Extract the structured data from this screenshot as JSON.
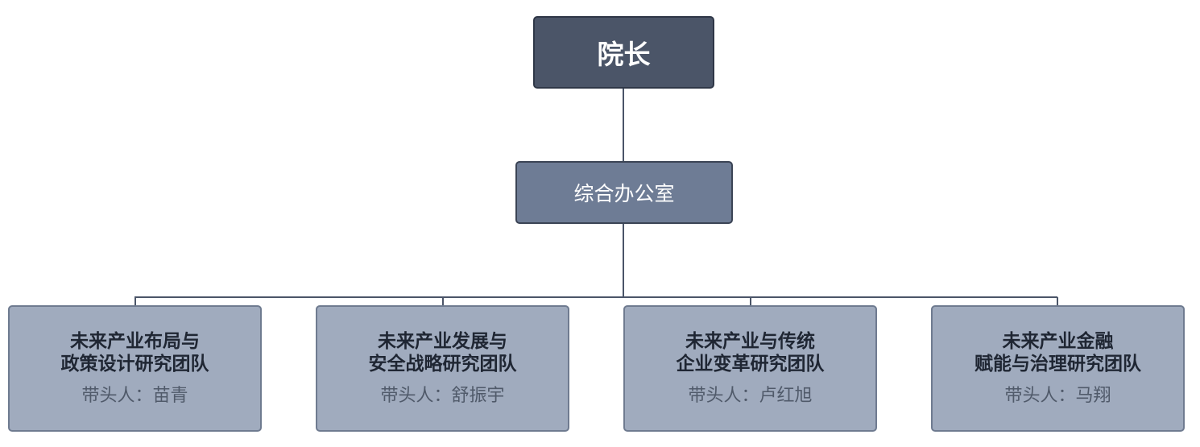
{
  "director": {
    "label": "院长"
  },
  "office": {
    "label": "综合办公室"
  },
  "teams": [
    {
      "name_line1": "未来产业布局与",
      "name_line2": "政策设计研究团队",
      "leader": "带头人：苗青"
    },
    {
      "name_line1": "未来产业发展与",
      "name_line2": "安全战略研究团队",
      "leader": "带头人：舒振宇"
    },
    {
      "name_line1": "未来产业与传统",
      "name_line2": "企业变革研究团队",
      "leader": "带头人：卢红旭"
    },
    {
      "name_line1": "未来产业金融",
      "name_line2": "赋能与治理研究团队",
      "leader": "带头人：马翔"
    }
  ],
  "colors": {
    "director_fill": "#4b5568",
    "office_fill": "#6e7c95",
    "team_fill": "#a0abbe",
    "connector": "#4b5568"
  }
}
